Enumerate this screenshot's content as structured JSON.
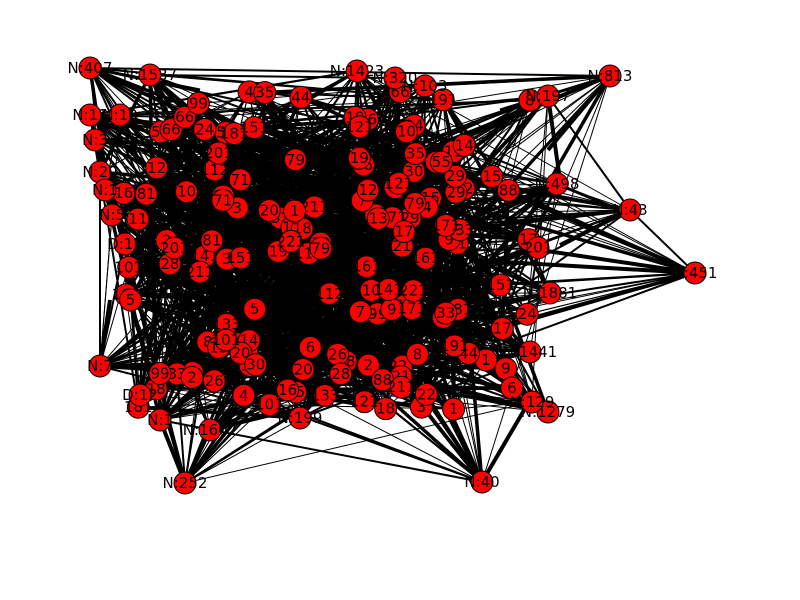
{
  "graph": {
    "node_color": "#ff0000",
    "edge_color": "#000000",
    "outer_nodes": [
      {
        "label": "N:407"
      },
      {
        "label": "N:1537"
      },
      {
        "label": "N:1423"
      },
      {
        "label": "N:320"
      },
      {
        "label": "N:103"
      },
      {
        "label": "N:813"
      },
      {
        "label": "N:197"
      },
      {
        "label": "N:11"
      },
      {
        "label": "N:10"
      },
      {
        "label": "N:3"
      },
      {
        "label": "N:20"
      },
      {
        "label": "N:1"
      },
      {
        "label": "N:5"
      },
      {
        "label": "D:15"
      },
      {
        "label": "N:43"
      },
      {
        "label": "N:451"
      },
      {
        "label": "N:498"
      },
      {
        "label": "N:1881"
      },
      {
        "label": "N:1441"
      },
      {
        "label": "N:7"
      },
      {
        "label": "D:12"
      },
      {
        "label": "N:1"
      },
      {
        "label": "N:1607"
      },
      {
        "label": "N:252"
      },
      {
        "label": "N:40"
      },
      {
        "label": "N:199"
      },
      {
        "label": "N:1279"
      },
      {
        "label": "N:129"
      }
    ],
    "inner_labels": [
      "7",
      "18",
      "12",
      "6",
      "13",
      "15",
      "11",
      "16",
      "8",
      "1",
      "2",
      "4",
      "3",
      "9",
      "21",
      "14",
      "10",
      "19",
      "17",
      "5",
      "20",
      "22",
      "28",
      "24",
      "26",
      "29",
      "30",
      "33",
      "35",
      "44",
      "55",
      "66",
      "71",
      "79",
      "81",
      "88",
      "99",
      "101",
      "112",
      "121",
      "133",
      "141",
      "151",
      "161",
      "171",
      "181",
      "191",
      "201",
      "211",
      "221"
    ]
  }
}
